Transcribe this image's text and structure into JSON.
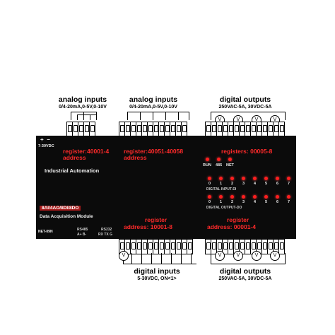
{
  "top": {
    "ai1": {
      "title": "analog inputs",
      "range": "0/4-20mA,0-5V,0-10V"
    },
    "ai2": {
      "title": "analog inputs",
      "range": "0/4-20mA,0-5V,0-10V"
    },
    "do": {
      "title": "digital outputs",
      "rating": "250VAC-5A, 30VDC-5A"
    }
  },
  "bottom": {
    "di": {
      "title": "digital inputs",
      "range": "5-30VDC, ON<1>"
    },
    "do": {
      "title": "digital outputs",
      "rating": "250VAC-5A, 30VDC-5A"
    }
  },
  "module": {
    "power": "7-30VDC",
    "reg1": {
      "line1": "register:40001-4",
      "line2": "address"
    },
    "reg2": {
      "line1": "register:40051-40058",
      "line2": "address"
    },
    "reg3": {
      "line1": "registers: 00005-8"
    },
    "company": "Industrial Automation",
    "status_leds": [
      "RUN",
      "485",
      "NET"
    ],
    "led_numbers": [
      "0",
      "1",
      "2",
      "3",
      "4",
      "5",
      "6",
      "7"
    ],
    "di_caption": "DIGITAL INPUT-DI",
    "do_caption": "DIGITAL OUTPUT-DO",
    "model": "8AI/4AO/8DI/8DO",
    "desc": "Data Acquisition Module",
    "reg4": {
      "line1": "register",
      "line2": "address: 10001-8"
    },
    "reg5": {
      "line1": "register",
      "line2": "address: 00001-4"
    },
    "net": "NET-09N",
    "rs485": "RS485",
    "rs485_pins": "A+ B-",
    "rs232": "RS232",
    "rs232_pins": "RX TX G"
  },
  "colors": {
    "module": "#0b0b0b",
    "register_text": "#ff2a2a",
    "led": "#ff1e1e"
  }
}
